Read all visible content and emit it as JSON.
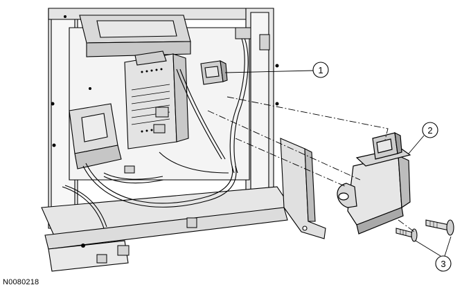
{
  "figure": {
    "id": "N0080218"
  },
  "callouts": [
    {
      "label": "1"
    },
    {
      "label": "2"
    },
    {
      "label": "3"
    }
  ],
  "colors": {
    "line": "#000000",
    "shade": "#d9d9d9",
    "light_shade": "#eeeeee",
    "background": "#ffffff"
  }
}
